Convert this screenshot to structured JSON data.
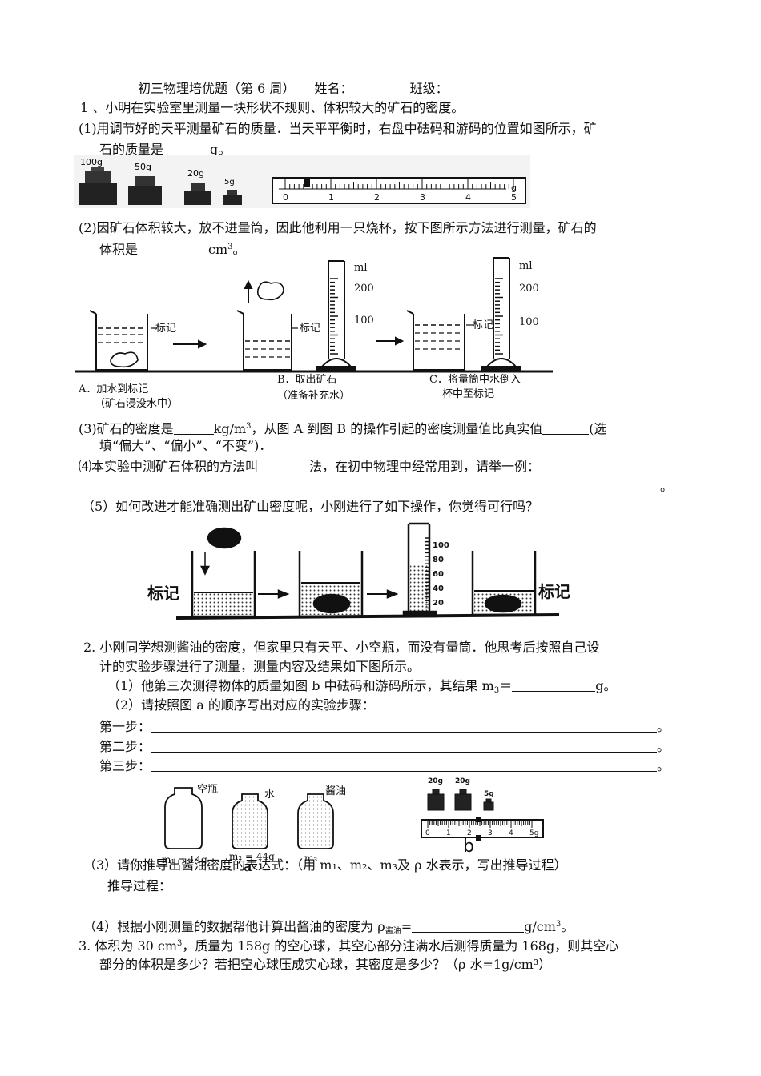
{
  "header": {
    "title": "初三物理培优题（第 6 周）",
    "name_label": "姓名：",
    "class_label": "班级："
  },
  "q1": {
    "intro": "1 、小明在实验室里测量一块形状不规则、体积较大的矿石的密度。",
    "p1_line1": "(1)用调节好的天平测量矿石的质量．当天平平衡时，右盘中砝码和游码的位置如图所示，矿",
    "p1_line2_a": "石的质量是",
    "p1_line2_b": "g。",
    "weights": [
      "100g",
      "50g",
      "20g",
      "5g"
    ],
    "rider_ticks": [
      "0",
      "1",
      "2",
      "3",
      "4",
      "5"
    ],
    "rider_unit": "g",
    "p2_line1": "(2)因矿石体积较大，放不进量筒，因此他利用一只烧杯，按下图所示方法进行测量，矿石的",
    "p2_line2_a": "体积是",
    "p2_line2_b": "cm",
    "p2_line2_sup": "3",
    "p2_line2_c": "。",
    "fig2": {
      "mark": "标记",
      "ml": "ml",
      "v200": "200",
      "v100": "100",
      "capA_1": "A．加水到标记",
      "capA_2": "（矿石浸没水中）",
      "capB_1": "B．取出矿石",
      "capB_2": "（准备补充水）",
      "capC_1": "C．将量筒中水倒入",
      "capC_2": "杯中至标记"
    },
    "p3_line1_a": "(3)矿石的密度是",
    "p3_line1_b": "kg/m",
    "p3_line1_sup": "3",
    "p3_line1_c": "，从图 A 到图 B 的操作引起的密度测量值比真实值",
    "p3_line1_d": "(选",
    "p3_line2": "填“偏大”、“偏小”、“不变”)．",
    "p4_a": "⑷本实验中测矿石体积的方法叫",
    "p4_b": "法，在初中物理中经常用到，请举一例：",
    "p4_end": "。",
    "p5": "（5）如何改进才能准确测出矿山密度呢，小刚进行了如下操作，你觉得可行吗？",
    "fig5": {
      "mark_left": "标记",
      "mark_right": "标记",
      "scale": [
        "100",
        "80",
        "60",
        "40",
        "20"
      ]
    }
  },
  "q2": {
    "line1": "2.  小刚同学想测酱油的密度，但家里只有天平、小空瓶，而没有量筒．他思考后按照自己设",
    "line2": "计的实验步骤进行了测量，测量内容及结果如下图所示。",
    "s1_a": "（1）他第三次测得物体的质量如图 b 中砝码和游码所示，其结果 m",
    "s1_sub": "3",
    "s1_b": "＝",
    "s1_c": "g。",
    "s2": "（2）请按照图 a 的顺序写出对应的实验步骤：",
    "step1": "第一步：",
    "step2": "第二步：",
    "step3": "第三步：",
    "step_end": "。",
    "bottles": {
      "empty": "空瓶",
      "water": "水",
      "soy": "酱油",
      "m1": "m₁ = 14g",
      "m2": "m₂ = 44g",
      "m3": "m₃",
      "label_a": "a"
    },
    "balance_b": {
      "weights": [
        "20g",
        "20g",
        "5g"
      ],
      "ticks": [
        "0",
        "1",
        "2",
        "3",
        "4",
        "5g"
      ],
      "label_b": "b"
    },
    "s3": "（3）请你推导出酱油密度的表达式：（用 m₁、m₂、m₃及 ρ 水表示，写出推导过程）",
    "s3_2": "推导过程：",
    "s4_a": "（4）根据小刚测量的数据帮他计算出酱油的密度为 ρ",
    "s4_sub": "酱油",
    "s4_b": "=",
    "s4_c": "g/cm",
    "s4_sup": "3",
    "s4_d": "。"
  },
  "q3": {
    "line1_a": "3.  体积为 30 cm",
    "line1_sup": "3",
    "line1_b": "，质量为 158g 的空心球，其空心部分注满水后测得质量为 168g，则其空心",
    "line2": "部分的体积是多少？若把空心球压成实心球，其密度是多少？（ρ 水=1g/cm³）"
  }
}
